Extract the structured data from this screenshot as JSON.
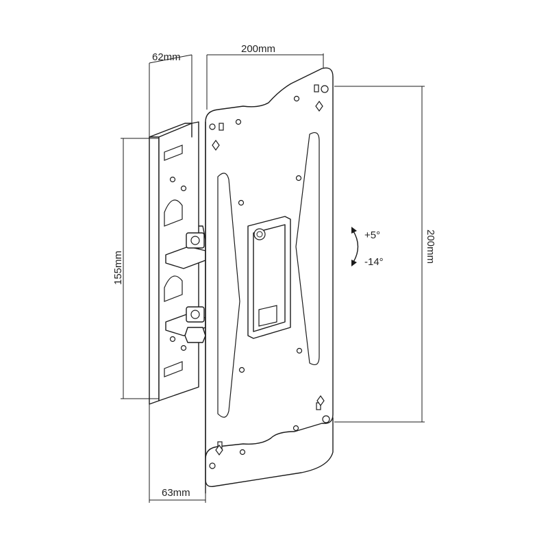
{
  "dimensions": {
    "depth_top": "62mm",
    "depth_bottom": "63mm",
    "vesa_width": "200mm",
    "vesa_height": "200mm",
    "wall_plate_height": "155mm"
  },
  "tilt": {
    "up": "+5°",
    "down": "-14°"
  },
  "colors": {
    "line": "#1a1a1a",
    "background": "#ffffff"
  }
}
